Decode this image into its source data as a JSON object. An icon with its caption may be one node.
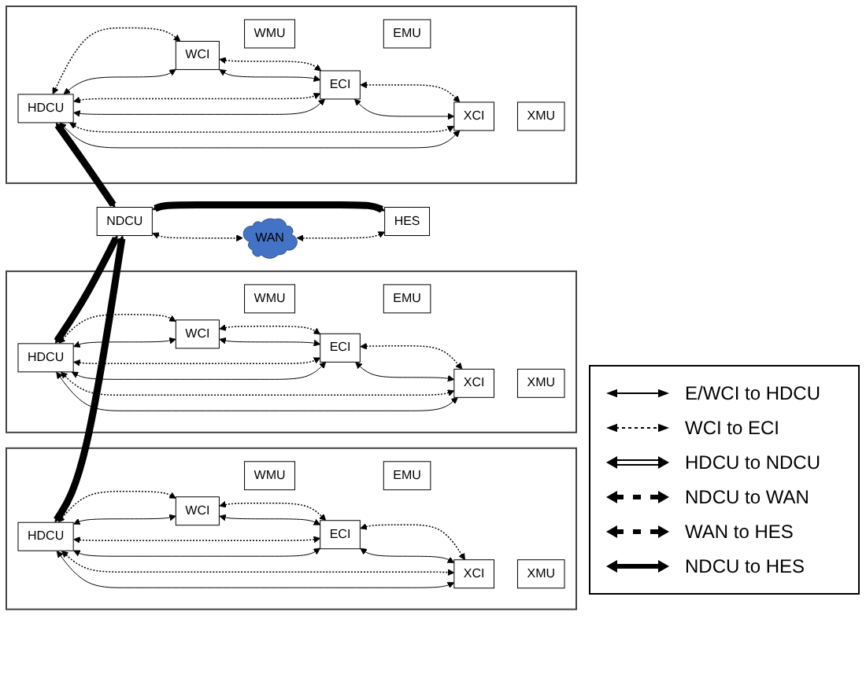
{
  "diagram": {
    "nodes": [
      {
        "text": [],
        "shape": "box"
      },
      {
        "text": [
          "HDCU"
        ],
        "in": 0
      },
      {
        "text": [
          "WCI"
        ],
        "in": 0
      },
      {
        "text": [
          "ECI"
        ],
        "in": 0
      },
      {
        "text": [
          "XCI"
        ],
        "in": 0
      },
      {
        "text": [
          "WMU"
        ],
        "in": 0
      },
      {
        "text": [
          "EMU"
        ],
        "in": 0
      },
      {
        "text": [
          "XMU"
        ],
        "in": 0
      },
      {
        "text": [],
        "shape": "box"
      },
      {
        "text": [
          "HDCU"
        ],
        "in": 8
      },
      {
        "text": [
          "WCI"
        ],
        "in": 8
      },
      {
        "text": [
          "ECI"
        ],
        "in": 8
      },
      {
        "text": [
          "XCI"
        ],
        "in": 8
      },
      {
        "text": [
          "WMU"
        ],
        "in": 8
      },
      {
        "text": [
          "EMU"
        ],
        "in": 8
      },
      {
        "text": [
          "XMU"
        ],
        "in": 8
      },
      {
        "text": [
          "NDCU"
        ]
      },
      {
        "text": [
          "WAN"
        ]
      },
      {
        "text": [
          "HES"
        ]
      },
      {
        "text": [],
        "shape": "box"
      },
      {
        "text": [
          "HDCU"
        ],
        "in": 19
      },
      {
        "text": [
          "WCI"
        ],
        "in": 19
      },
      {
        "text": [
          "ECI"
        ],
        "in": 19
      },
      {
        "text": [
          "XCI"
        ],
        "in": 19
      },
      {
        "text": [
          "WMU"
        ],
        "in": 19
      },
      {
        "text": [
          "EMU"
        ],
        "in": 19
      },
      {
        "text": [
          "XMU"
        ],
        "in": 19
      }
    ],
    "edges": [
      {
        "from": 1,
        "to": 2,
        "arrow": "both"
      },
      {
        "from": 1,
        "to": 2,
        "arrow": "both",
        "style": "dashed"
      },
      {
        "from": 1,
        "to": 3,
        "arrow": "both"
      },
      {
        "from": 1,
        "to": 3,
        "arrow": "both",
        "style": "dashed"
      },
      {
        "from": 1,
        "to": 4,
        "arrow": "both"
      },
      {
        "from": 1,
        "to": 4,
        "arrow": "both",
        "style": "dashed"
      },
      {
        "from": 2,
        "to": 3,
        "arrow": "both"
      },
      {
        "from": 2,
        "to": 3,
        "arrow": "both",
        "style": "dashed"
      },
      {
        "from": 3,
        "to": 4,
        "arrow": "both"
      },
      {
        "from": 3,
        "to": 4,
        "arrow": "both",
        "style": "dashed"
      },
      {
        "from": 9,
        "to": 10,
        "arrow": "both"
      },
      {
        "from": 9,
        "to": 10,
        "arrow": "both",
        "style": "dashed"
      },
      {
        "from": 9,
        "to": 11,
        "arrow": "both"
      },
      {
        "from": 9,
        "to": 11,
        "arrow": "both",
        "style": "dashed"
      },
      {
        "from": 9,
        "to": 12,
        "arrow": "both"
      },
      {
        "from": 9,
        "to": 12,
        "arrow": "both",
        "style": "dashed"
      },
      {
        "from": 10,
        "to": 11,
        "arrow": "both"
      },
      {
        "from": 10,
        "to": 11,
        "arrow": "both",
        "style": "dashed"
      },
      {
        "from": 11,
        "to": 12,
        "arrow": "both"
      },
      {
        "from": 11,
        "to": 12,
        "arrow": "both",
        "style": "dashed"
      },
      {
        "from": 20,
        "to": 21,
        "arrow": "both"
      },
      {
        "from": 20,
        "to": 21,
        "arrow": "both",
        "style": "dashed"
      },
      {
        "from": 20,
        "to": 22,
        "arrow": "both"
      },
      {
        "from": 20,
        "to": 22,
        "arrow": "both",
        "style": "dashed"
      },
      {
        "from": 20,
        "to": 23,
        "arrow": "both"
      },
      {
        "from": 20,
        "to": 23,
        "arrow": "both",
        "style": "dashed"
      },
      {
        "from": 21,
        "to": 22,
        "arrow": "both"
      },
      {
        "from": 21,
        "to": 22,
        "arrow": "both",
        "style": "dashed"
      },
      {
        "from": 22,
        "to": 23,
        "arrow": "both"
      },
      {
        "from": 22,
        "to": 23,
        "arrow": "both",
        "style": "dashed"
      },
      {
        "from": 1,
        "to": 16,
        "arrow": "both",
        "style": "thick"
      },
      {
        "from": 9,
        "to": 16,
        "arrow": "both",
        "style": "thick"
      },
      {
        "from": 20,
        "to": 16,
        "arrow": "both",
        "style": "thick"
      },
      {
        "from": 16,
        "to": 17,
        "arrow": "both",
        "style": "dashed"
      },
      {
        "from": 17,
        "to": 18,
        "arrow": "both",
        "style": "dashed"
      },
      {
        "from": 16,
        "to": 18,
        "arrow": "both",
        "style": "thick"
      }
    ],
    "legend": [
      {
        "text": "E/WCI to HDCU"
      },
      {
        "text": "WCI to ECI"
      },
      {
        "text": "HDCU to NDCU"
      },
      {
        "text": "NDCU to WAN"
      },
      {
        "text": "WAN to HES"
      },
      {
        "text": "NDCU to HES"
      }
    ]
  }
}
